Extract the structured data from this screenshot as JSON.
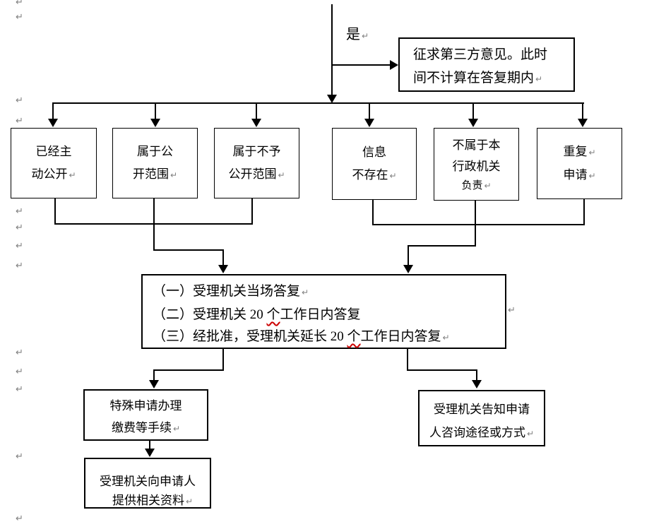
{
  "colors": {
    "line": "#000000",
    "paragraph_mark": "#7f7f7f",
    "spellcheck_squiggle": "#cc0000"
  },
  "return_mark": "↵",
  "yes_label": "是",
  "third_party_box": {
    "line1": "征求第三方意见。此时",
    "line2": "间不计算在答复期内"
  },
  "branch_boxes": [
    {
      "id": "already-disclosed",
      "lines": [
        "已经主",
        "动公开"
      ]
    },
    {
      "id": "within-disclosure",
      "lines": [
        "属于公",
        "开范围"
      ]
    },
    {
      "id": "non-disclosure",
      "lines": [
        "属于不予",
        "公开范围"
      ]
    },
    {
      "id": "info-not-exist",
      "lines": [
        "信息",
        "不存在"
      ]
    },
    {
      "id": "not-this-agency",
      "lines": [
        "不属于本",
        "行政机关",
        "负责"
      ]
    },
    {
      "id": "repeat-application",
      "lines": [
        "重复",
        "申请"
      ]
    }
  ],
  "answer_box": {
    "line1": "（一）受理机关当场答复",
    "line2_pre": "（二）受理机关 20 ",
    "line2_sq": "个",
    "line2_post": "工作日内答复",
    "line3_pre": "（三）经批准，受理机关延长 20 ",
    "line3_sq": "个",
    "line3_post": "工作日内答复"
  },
  "special_box": {
    "line1": "特殊申请办理",
    "line2": "缴费等手续"
  },
  "provide_box": {
    "line1": "受理机关向申请人",
    "line2": "提供相关资料"
  },
  "inform_box": {
    "line1": "受理机关告知申请",
    "line2": "人咨询途径或方式"
  }
}
